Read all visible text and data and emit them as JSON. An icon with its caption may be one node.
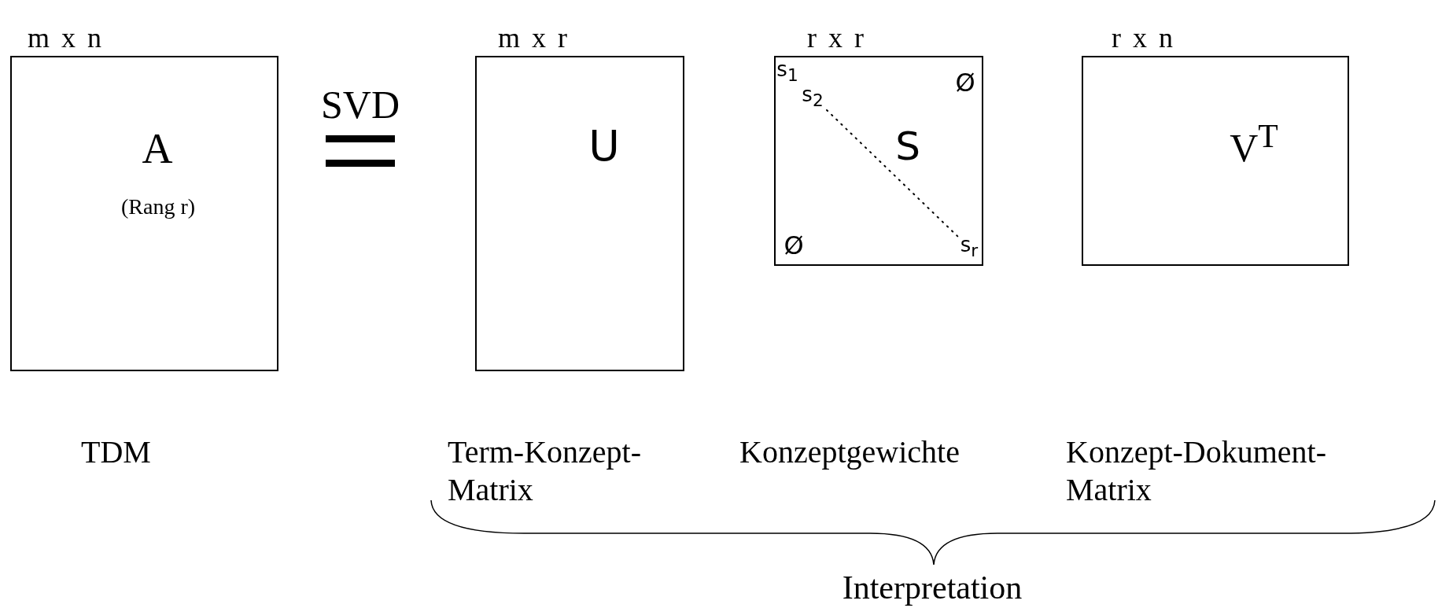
{
  "diagram": {
    "nodes": [
      {
        "text": [
          "A",
          "(Rang r)"
        ],
        "beside": [
          "m x n"
        ]
      },
      {
        "text": [
          "U"
        ],
        "beside": [
          "m x r"
        ]
      },
      {
        "text": [
          "S",
          "s$_{1}$",
          "s$_{2}$",
          "Ø",
          "Ø",
          "s$_{r}$"
        ],
        "beside": [
          "r x r"
        ]
      },
      {
        "text": [
          "V$^{T}$"
        ],
        "beside": [
          "r x n"
        ]
      }
    ],
    "labels": [
      "SVD",
      "TDM",
      "Term-Konzept-Matrix",
      "Konzeptgewichte",
      "Konzept-Dokument-Matrix",
      "Interpretation"
    ]
  }
}
